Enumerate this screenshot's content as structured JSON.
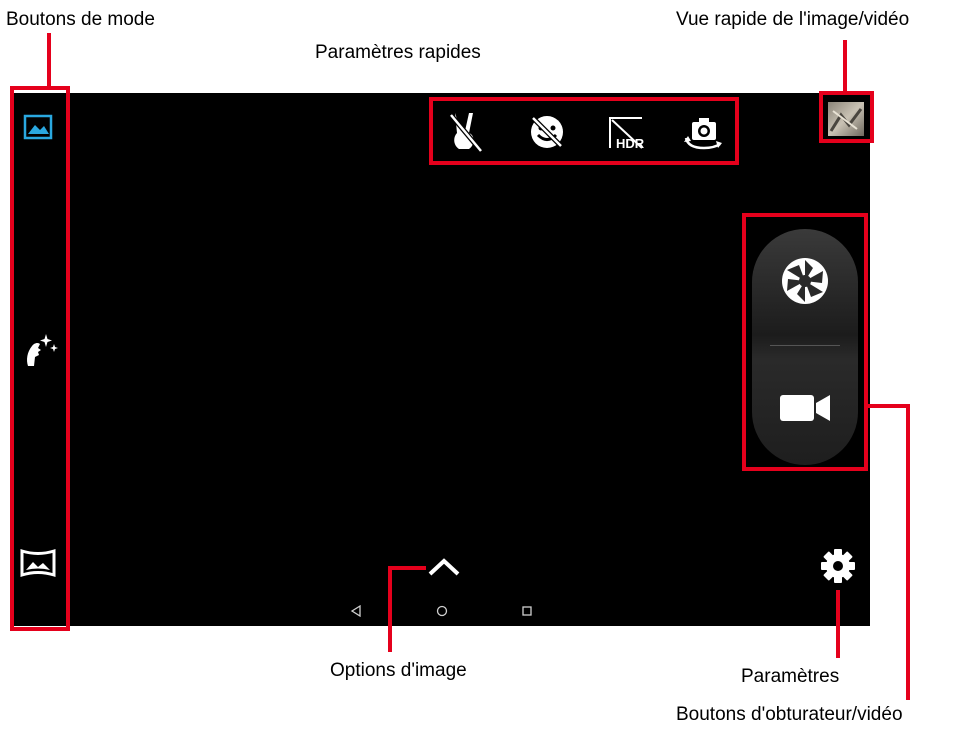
{
  "annotations": {
    "mode_buttons": "Boutons de mode",
    "quick_settings": "Paramètres rapides",
    "quick_view": "Vue rapide de l'image/vidéo",
    "image_options": "Options d'image",
    "settings": "Paramètres",
    "shutter_buttons": "Boutons d'obturateur/vidéo"
  },
  "colors": {
    "annotation_red": "#e5001c",
    "screen_bg": "#000000",
    "accent_blue": "#2aa8e0"
  },
  "mode_icons": [
    "photo-mode-icon",
    "beauty-mode-icon",
    "panorama-mode-icon"
  ],
  "quick_setting_icons": [
    "gesture-shot-icon",
    "smile-shot-icon",
    "hdr-icon",
    "switch-camera-icon"
  ],
  "hdr_text": "HDR",
  "nav_icons": [
    "back-icon",
    "home-icon",
    "recents-icon"
  ]
}
